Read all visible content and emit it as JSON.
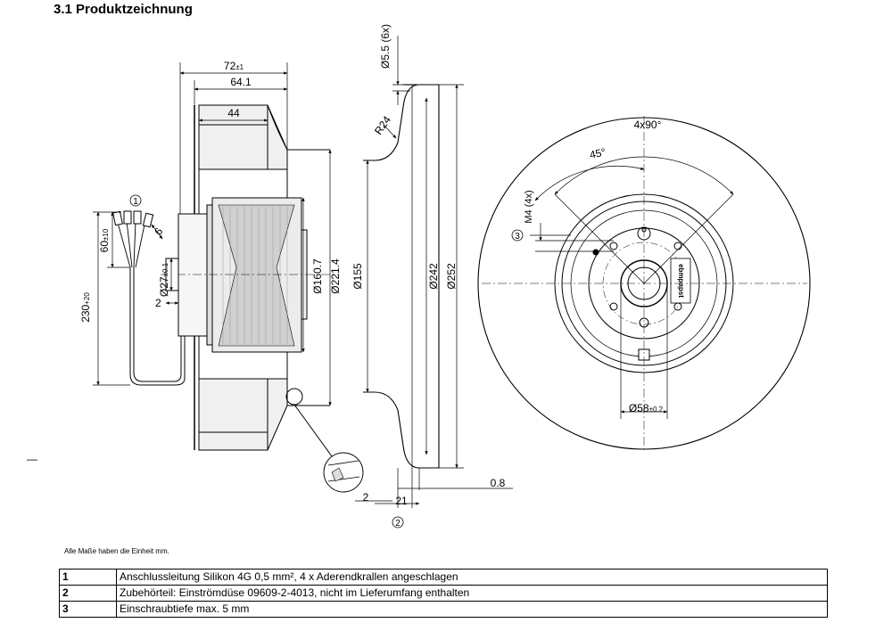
{
  "section_title": "3.1 Produktzeichnung",
  "side_mark": "—",
  "callouts": [
    "1",
    "2",
    "3"
  ],
  "dims": {
    "w72": "72",
    "w72_tol": "±1",
    "w64": "64.1",
    "w44": "44",
    "cable_len": "230",
    "cable_len_tol": "+20",
    "strip_len": "60",
    "strip_len_tol": "±10",
    "strip_end": "6",
    "hub_d": "Ø27",
    "hub_d_tol": "±0.1",
    "gap2_left": "2",
    "motor_d": "Ø160.7",
    "wheel_d": "Ø221.4",
    "hole_d": "Ø5.5 (6x)",
    "radius": "R24",
    "nozzle_d": "Ø155",
    "ring_d242": "Ø242",
    "ring_d252": "Ø252",
    "t2": "2",
    "t21": "21",
    "t08": "0.8",
    "angle_4x90": "4x90°",
    "angle_45": "45°",
    "m4": "M4 (4x)",
    "d58": "Ø58",
    "d58_tol": "±0.2",
    "label_brand": "ebmpapst"
  },
  "unit_note": "Alle Maße haben die Einheit mm.",
  "legend": [
    {
      "num": "1",
      "text": "Anschlussleitung Silikon 4G 0,5 mm², 4 x Aderendkrallen angeschlagen"
    },
    {
      "num": "2",
      "text": "Zubehörteil: Einströmdüse 09609-2-4013, nicht im Lieferumfang enthalten"
    },
    {
      "num": "3",
      "text": "Einschraubtiefe max. 5 mm"
    }
  ]
}
